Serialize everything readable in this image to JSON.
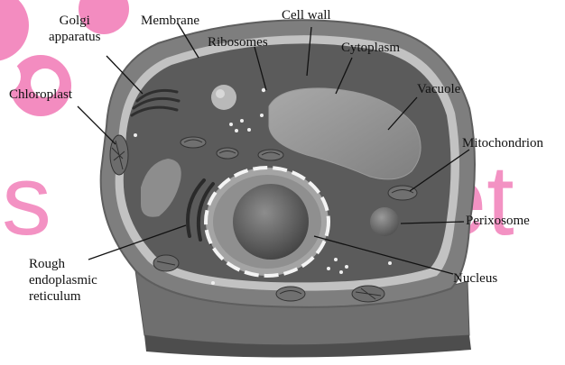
{
  "colors": {
    "watermark": "#f27fb9",
    "cell_wall": "#7e7e7e",
    "cytoplasm": "#5b5b5b",
    "membrane": "#c2c2c2",
    "leader_line": "#111111"
  },
  "labels": {
    "golgi": "Golgi\napparatus",
    "membrane": "Membrane",
    "ribosomes": "Ribosomes",
    "cell_wall": "Cell wall",
    "cytoplasm": "Cytoplasm",
    "vacuole": "Vacuole",
    "chloroplast": "Chloroplast",
    "mitochondrion": "Mitochondrion",
    "perixosome": "Perixosome",
    "rough_er": "Rough\nendoplasmic\nreticulum",
    "nucleus": "Nucleus"
  },
  "watermark": {
    "left_text": "s",
    "right_text": "et"
  }
}
